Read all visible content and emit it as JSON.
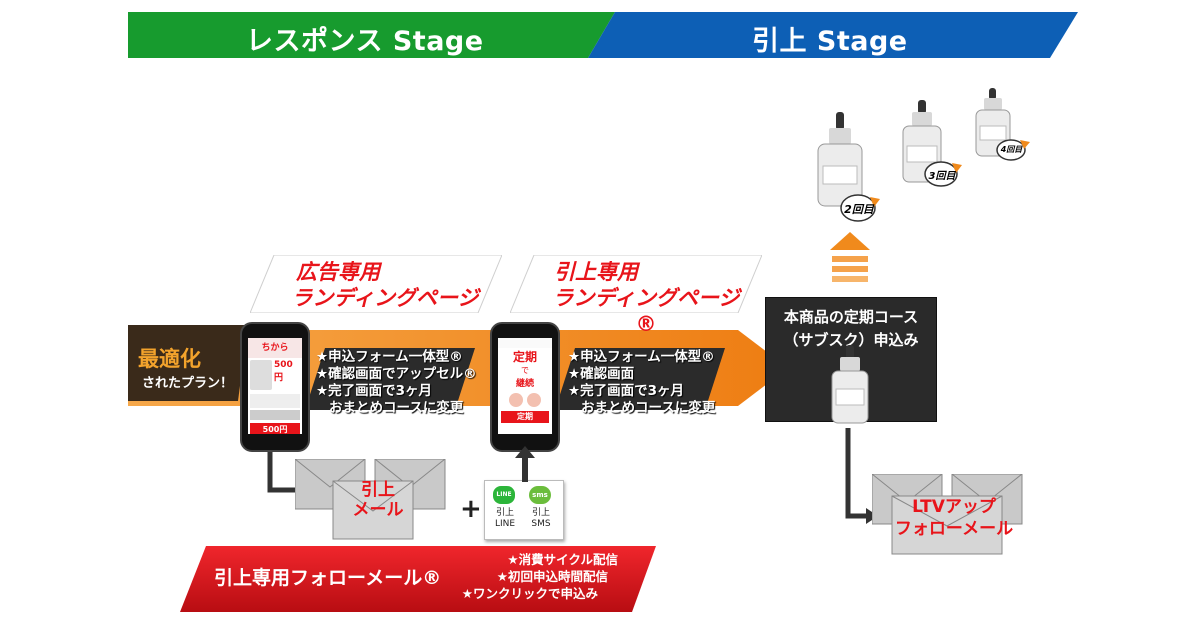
{
  "stages": {
    "response": {
      "label": "レスポンス Stage",
      "color": "#179b2e"
    },
    "hikiage": {
      "label": "引上 Stage",
      "color": "#0d5fb5"
    }
  },
  "lp_ad": {
    "line1": "広告専用",
    "line2": "ランディングページ"
  },
  "lp_hikiage": {
    "line1": "引上専用",
    "line2": "ランディングページ ®"
  },
  "optimized": {
    "line1": "最適化",
    "line2": "されたプラン！"
  },
  "features_ad": [
    "★申込フォーム一体型®",
    "★確認画面でアップセル®",
    "★完了画面で3ヶ月",
    "おまとめコースに変更"
  ],
  "features_hikiage": [
    "★申込フォーム一体型®",
    "★確認画面",
    "★完了画面で3ヶ月",
    "おまとめコースに変更"
  ],
  "phone_ad": {
    "headline1": "ちから",
    "headline2": "500円",
    "badge": "500円"
  },
  "phone_hikiage": {
    "headline1": "定期",
    "headline2": "で",
    "headline3": "継続",
    "badge": "定期"
  },
  "subscription": {
    "line1": "本商品の定期コース",
    "line2": "（サブスク）申込み"
  },
  "mail_hikiage": {
    "line1": "引上",
    "line2": "メール"
  },
  "line_sms": {
    "plus": "+",
    "line_label1": "引上",
    "line_label2": "LINE",
    "sms_label1": "引上",
    "sms_label2": "SMS",
    "line_icon": "LINE",
    "sms_icon": "sms"
  },
  "ltv_mail": {
    "line1": "LTVアップ",
    "line2": "フォローメール"
  },
  "follow_banner": {
    "title": "引上専用フォローメール®",
    "bullets": [
      "★消費サイクル配信",
      "★初回申込時間配信",
      "★ワンクリックで申込み"
    ]
  },
  "times": {
    "second": "2回目",
    "third": "3回目",
    "fourth": "4回目"
  },
  "colors": {
    "orange": "#f08a1c",
    "red": "#e8141a",
    "dark": "#2a2a2a"
  }
}
